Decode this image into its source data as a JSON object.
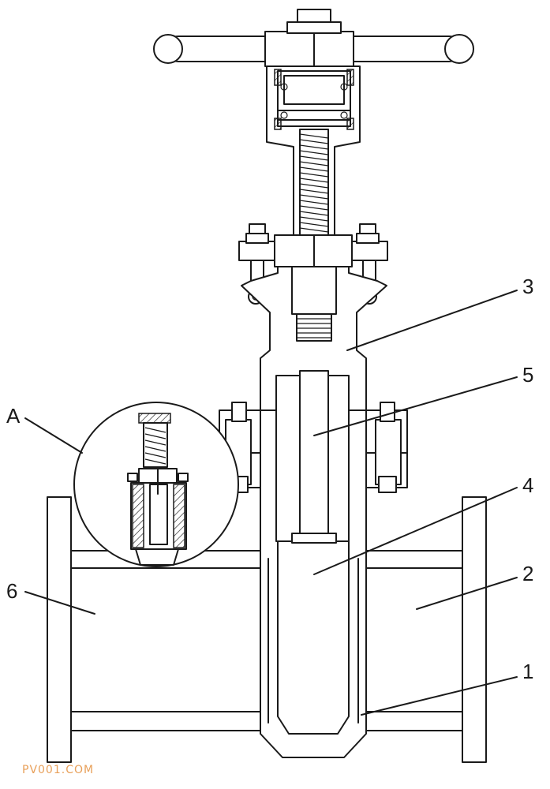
{
  "labels": {
    "l1": "1",
    "l2": "2",
    "l3": "3",
    "l4": "4",
    "l5": "5",
    "l6": "6",
    "lA": "A"
  },
  "watermark": "PV001.COM",
  "colors": {
    "line": "#1a1a1a",
    "watermark": "#e8a05a"
  }
}
